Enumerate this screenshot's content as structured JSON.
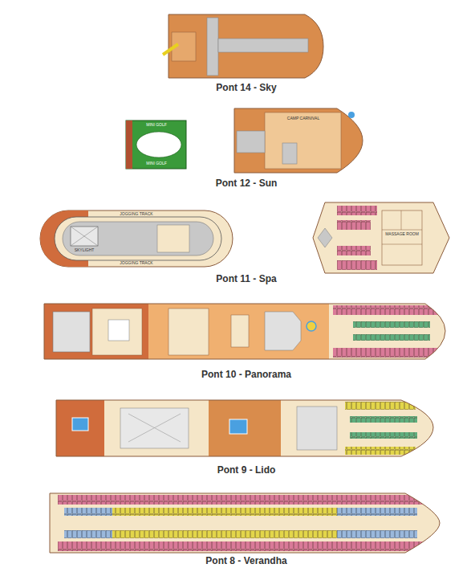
{
  "diagram": {
    "labels": [
      "MINI GOLF",
      "MINI GOLF",
      "CAMP CARNIVAL",
      "JOGGING TRACK",
      "JOGGING TRACK",
      "SKYLIGHT",
      "MASSAGE ROOM",
      "Pont 14 - Sky",
      "Pont 12 - Sun",
      "Pont 11 - Spa",
      "Pont 10 - Panorama",
      "Pont 9 - Lido",
      "Pont 8 - Verandha"
    ]
  }
}
